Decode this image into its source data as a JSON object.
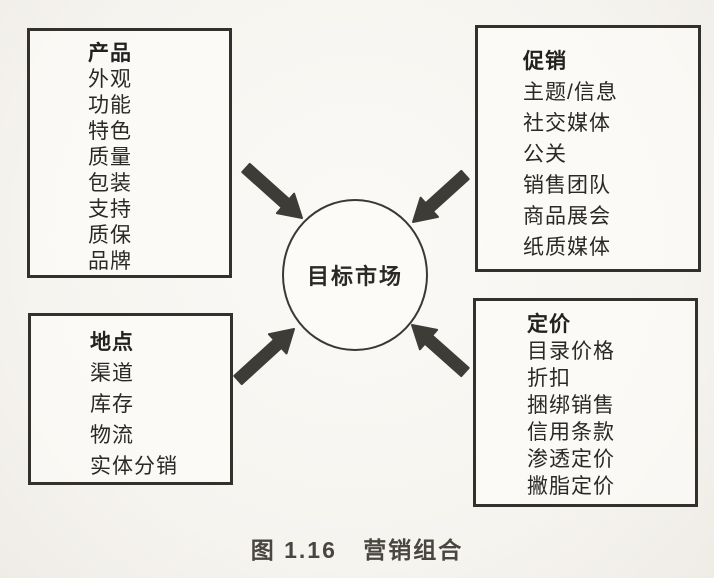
{
  "page": {
    "paper_color": "#f6f4ef",
    "ink_color": "#2b2926",
    "arrow_color": "#3e3c37"
  },
  "diagram": {
    "center": {
      "label": "目标市场"
    },
    "boxes": [
      {
        "id": "product",
        "title": "产品",
        "items": [
          "外观",
          "功能",
          "特色",
          "质量",
          "包装",
          "支持",
          "质保",
          "品牌"
        ]
      },
      {
        "id": "promotion",
        "title": "促销",
        "items": [
          "主题/信息",
          "社交媒体",
          "公关",
          "销售团队",
          "商品展会",
          "纸质媒体"
        ]
      },
      {
        "id": "place",
        "title": "地点",
        "items": [
          "渠道",
          "库存",
          "物流",
          "实体分销"
        ]
      },
      {
        "id": "pricing",
        "title": "定价",
        "items": [
          "目录价格",
          "折扣",
          "捆绑销售",
          "信用条款",
          "渗透定价",
          "撇脂定价"
        ]
      }
    ]
  },
  "caption": {
    "figure_number": "图 1.16",
    "title": "营销组合"
  }
}
